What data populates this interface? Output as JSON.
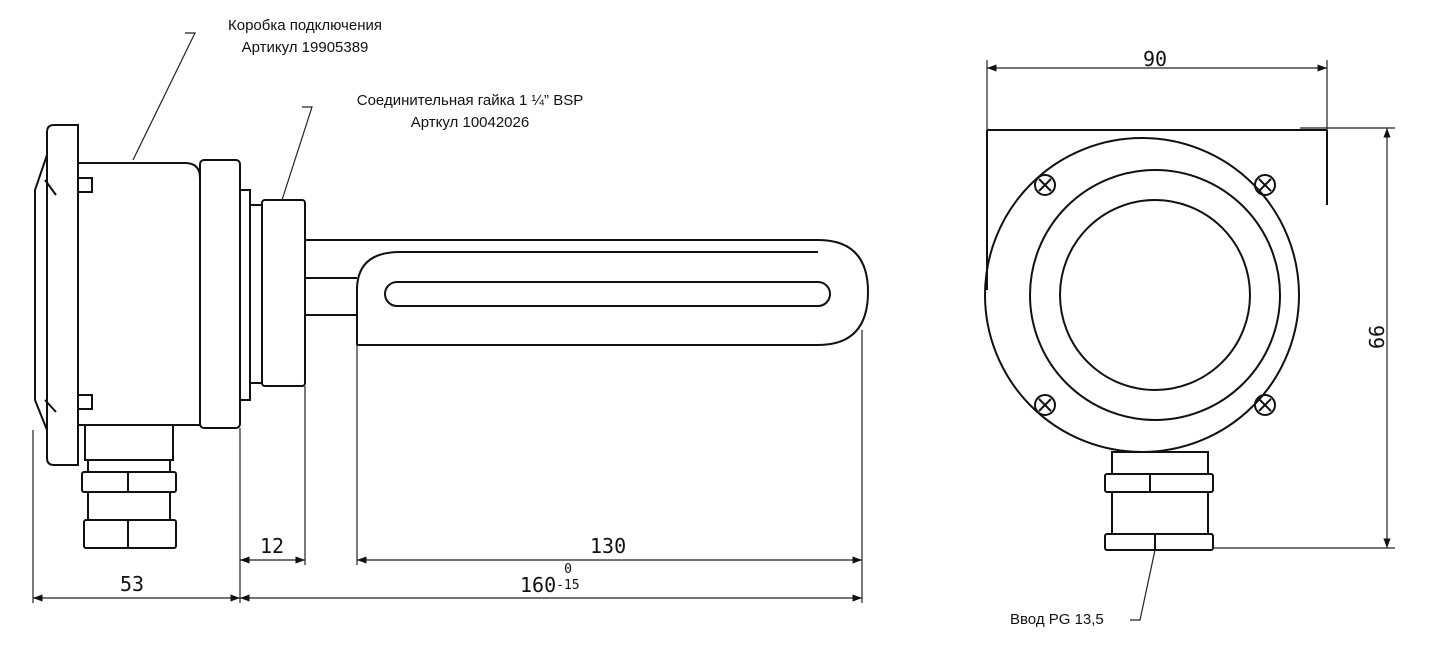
{
  "labels": {
    "junction_box": {
      "line1": "Коробка подключения",
      "line2": "Артикул 19905389"
    },
    "nut": {
      "line1": "Соединительная гайка  1 ¼” BSP",
      "line2": "Арткул 10042026"
    },
    "cable_entry": "Ввод PG 13,5"
  },
  "dimensions": {
    "box_length": "53",
    "nut_length": "12",
    "element_length": "130",
    "total_length": "160",
    "tol_upper": "0",
    "tol_lower": "-15",
    "width": "90",
    "height": "99"
  }
}
